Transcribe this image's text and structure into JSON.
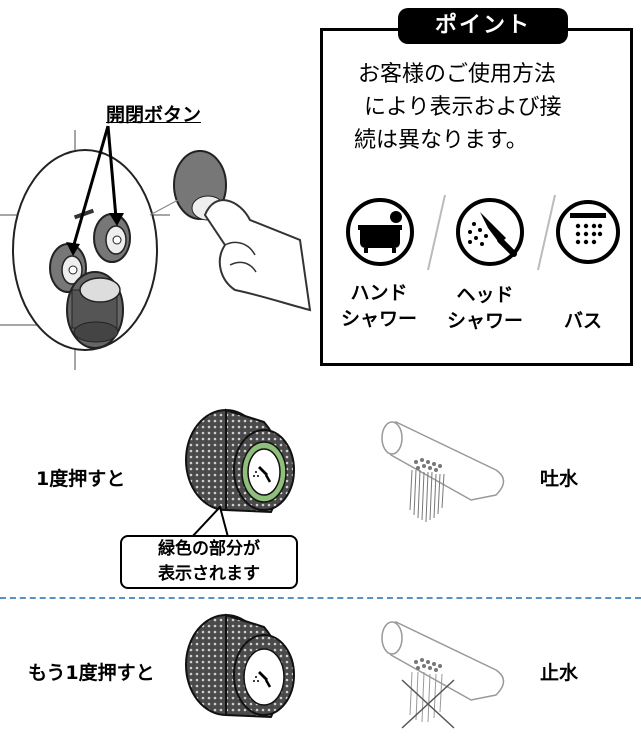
{
  "point": {
    "title": "ポイント",
    "lines": [
      "お客様のご使用方法",
      "により表示および接",
      "続は異なります。"
    ]
  },
  "modes": [
    {
      "icon": "bathtub-icon",
      "line1": "ハンド",
      "line2": "シャワー"
    },
    {
      "icon": "handheld-shower-icon",
      "line1": "ヘッド",
      "line2": "シャワー"
    },
    {
      "icon": "overhead-shower-icon",
      "line1": "",
      "line2": "バス"
    }
  ],
  "button_label": "開閉ボタン",
  "rows": [
    {
      "action": "1度押すと",
      "result": "吐水"
    },
    {
      "action": "もう1度押すと",
      "result": "止水"
    }
  ],
  "callout": {
    "line1": "緑色の部分が",
    "line2": "表示されます"
  },
  "colors": {
    "divider": "#5b8fc7",
    "indicator": "#8fbf7a"
  }
}
